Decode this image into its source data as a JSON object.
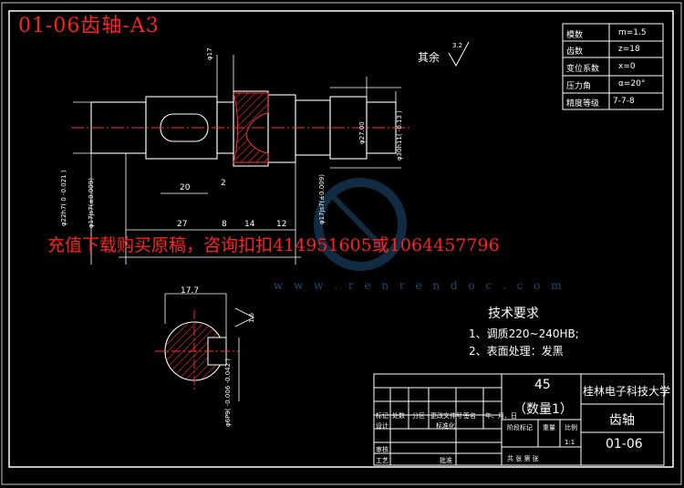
{
  "title": "01-06齿轴-A3",
  "banner": "充值下载购买原稿，咨询扣扣414951605或1064457796",
  "watermark_url": "w w w . r e n r e n d o c . c o m",
  "surface_note": {
    "label": "其余",
    "roughness": "3.2"
  },
  "gear_params": [
    {
      "name": "模数",
      "value": "m=1.5"
    },
    {
      "name": "齿数",
      "value": "z=18"
    },
    {
      "name": "变位系数",
      "value": "x=0"
    },
    {
      "name": "压力角",
      "value": "α=20°"
    },
    {
      "name": "精度等级",
      "value": "7-7-8"
    }
  ],
  "tech_requirements": {
    "heading": "技术要求",
    "items": [
      "1、调质220~240HB;",
      "2、表面处理：发黑"
    ]
  },
  "title_block": {
    "material": "45",
    "quantity": "（数量1）",
    "school": "桂林电子科技大学",
    "part_name": "齿轴",
    "drawing_no": "01-06",
    "scale": "1:1",
    "header_cells": [
      "标记",
      "处数",
      "分区",
      "更改文件号",
      "签名",
      "年、月、日"
    ],
    "design": "设计",
    "standardize": "标准化",
    "stage_mark": "阶段标记",
    "weight": "重量",
    "scale_label": "比例",
    "review": "审核",
    "process": "工艺",
    "approve": "批准",
    "sheets": "共    张  第    张"
  },
  "dimensions": {
    "d1": "20",
    "d2": "2",
    "d3": "27",
    "d4": "8",
    "d5": "14",
    "d6": "12",
    "d7": "17.7",
    "d8": "φ17",
    "d9": "φ27.00",
    "d10": "φ30h11( -0.13 )",
    "d11": "φ17js7(±0.009)",
    "d12": "φ22h7( 0 -0.021 )",
    "d13": "φ17js7(±0.009)",
    "d14": "1.6",
    "d15": "φ6P9( -0.006 -0.042 )"
  }
}
